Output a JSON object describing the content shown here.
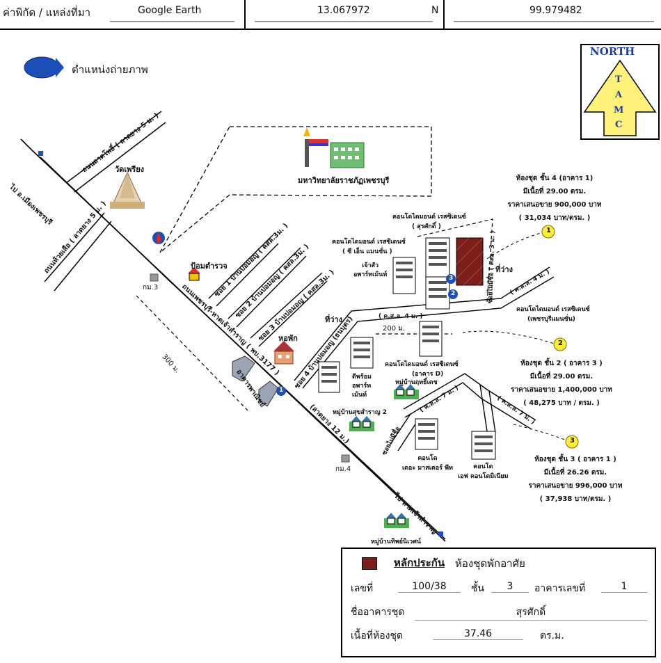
{
  "header": {
    "coord_label": "ค่าพิกัด / แหล่งที่มา",
    "source": "Google Earth",
    "latitude": "13.067972",
    "lat_dir": "N",
    "longitude": "99.979482"
  },
  "legend": {
    "photo_position": "ตำแหน่งถ่ายภาพ"
  },
  "north_arrow": {
    "label": "NORTH",
    "letters": [
      "T",
      "A",
      "M",
      "C"
    ]
  },
  "roads": {
    "to_phetchaburi": "ไป อ.เมืองเพชรบุรี",
    "road_left_top": "ถนนลาดโพธิ์ ( ลาดยาง 5 ม. )",
    "road_left_bottom": "ถนนห้วยเสือ ( ลาดยาง 5 ม. )",
    "main_road": "ถนนเพชรบุรี-หาดเจ้าสำราญ ( พบ.3177 )",
    "soi1": "ซอย 1 บ้านปอมอญ ( คสล.3ม. )",
    "soi2": "ซอย 2 บ้านปอมอญ ( คสล.3ม. )",
    "soi3": "ซอย 3 บ้านปอมอญ ( คสล.3ม. )",
    "soi4": "ซอย 4 บ้านปอมอญ (ธนบุตร)",
    "asphalt_12": "(ลาดยาง 12 ม.)",
    "soi_mai_mi_chue_1": "ซอยไม่มีชื่อ ( คสล. 3 ม. )",
    "soi_mai_mi_chue_2": "ซอยไม่มีชื่อ",
    "ksl4_a": "( ค.ส.ล. 4 ม. )",
    "ksl4_b": "( ค.ส.ล. 4 ม. )",
    "ksl7_a": "( ค.ส.ล. 7 ม. )",
    "ksl7_b": "( ค.ส.ล. 7 ม. )",
    "to_hat_chao_samran": "ไป หาดเจ้าสำราญ",
    "dist_300": "300 ม.",
    "dist_200": "200 ม."
  },
  "places": {
    "wat": "วัดเพรียง",
    "university": "มหาวิทยาลัยราชภัฏเพชรบุรี",
    "police_box": "ป้อมตำรวจ",
    "km3": "กม.3",
    "km4": "กม.4",
    "dormitory": "หอพัก",
    "commercial": "อาคารพาณิชย์",
    "vacant1": "ที่ว่าง",
    "vacant2": "ที่ว่าง",
    "jaosua": "เจ้าสัว\nอพาร์ทเม้นท์",
    "condo_sisen": "คอนโดไดมอนด์ เรสซิเดนซ์",
    "condo_sisen_sub": "( ซี เอ็น แมนชั่น )",
    "condo_subject": "คอนโดไดมอนด์ เรสซิเดนซ์",
    "condo_subject_sub": "( สุรศักดิ์ )",
    "condo_phet": "คอนโดไดมอนด์ เรสซิเดนซ์",
    "condo_phet_sub": "(เพชรบุรีแมนชั่น)",
    "condo_d": "คอนโดไดมอนด์ เรสซิเดนซ์",
    "condo_d_sub": "(อาคาร D)",
    "deeprom": "ดีพร้อม\nอพาร์ท\nเม้นท์",
    "village_lotus": "หมู่บ้านฤทธิ์เดช",
    "village_suk2": "หมู่บ้านสุขสำราญ 2",
    "condo_master": "คอนโด\nเดอะ มาสเตอร์ พีท",
    "condo_f": "คอนโด\nเอฟ คอนโดมิเนียม",
    "village_thip": "หมู่บ้านทิพย์นิเวศน์"
  },
  "comparables": [
    {
      "num": "1",
      "line1": "ห้องชุด ชั้น 4 (อาคาร 1)",
      "line2": "มีเนื้อที่ 29.00 ตรม.",
      "line3": "ราคาเสนอขาย 900,000 บาท",
      "line4": "( 31,034 บาท/ตรม. )"
    },
    {
      "num": "2",
      "line1": "ห้องชุด ชั้น 2 ( อาคาร 3 )",
      "line2": "มีเนื้อที่ 29.00 ตรม.",
      "line3": "ราคาเสนอขาย 1,400,000 บาท",
      "line4": "( 48,275 บาท / ตรม. )"
    },
    {
      "num": "3",
      "line1": "ห้องชุด ชั้น 3 ( อาคาร 1 )",
      "line2": "มีเนื้อที่ 26.26 ตรม.",
      "line3": "ราคาเสนอขาย 996,000 บาท",
      "line4": "( 37,938 บาท/ตรม. )"
    }
  ],
  "photo_markers": [
    "1",
    "2",
    "3"
  ],
  "collateral": {
    "title": "หลักประกัน",
    "type": "ห้องชุดพักอาศัย",
    "no_label": "เลขที่",
    "no_value": "100/38",
    "floor_label": "ชั้น",
    "floor_value": "3",
    "building_label": "อาคารเลขที่",
    "building_value": "1",
    "name_label": "ชื่ออาคารชุด",
    "name_value": "สุรศักดิ์",
    "area_label": "เนื้อที่ห้องชุด",
    "area_value": "37.46",
    "area_unit": "ตร.ม."
  },
  "colors": {
    "subject": "#7a1f1a",
    "marker": "#1c4fb8",
    "north": "#fff27a",
    "circle": "#ffef3a"
  }
}
